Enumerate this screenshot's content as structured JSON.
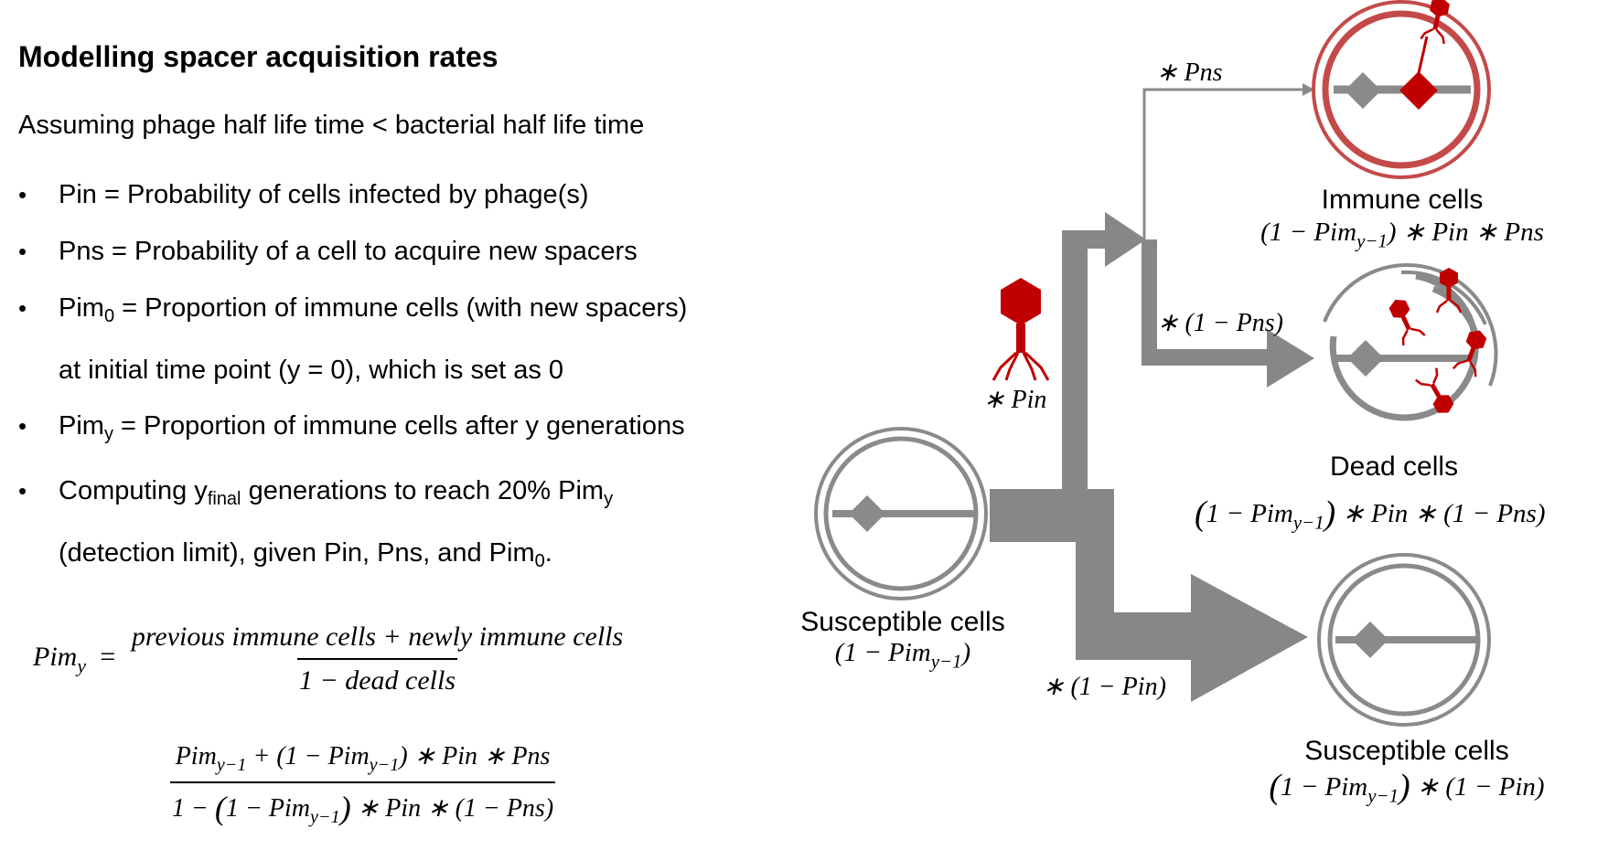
{
  "slide": {
    "title": "Modelling spacer acquisition rates",
    "subtitle": "Assuming phage half life time < bacterial half life time"
  },
  "bullets": {
    "b1": "Pin = Probability of cells infected by phage(s)",
    "b2": "Pns = Probability of a cell to acquire new spacers",
    "b3_pre": "Pim",
    "b3_sub": "0",
    "b3_post": " = Proportion of immune cells (with new spacers)",
    "b3_cont": "at initial time point (y = 0), which is set as 0",
    "b4_pre": "Pim",
    "b4_sub": "y",
    "b4_post": " = Proportion of immune cells after y generations",
    "b5_a": "Computing y",
    "b5_sub": "final",
    "b5_b": " generations to reach 20% Pim",
    "b5_sub2": "y",
    "b5_cont_a": "(detection limit), given Pin, Pns, and Pim",
    "b5_cont_sub": "0",
    "b5_cont_b": "."
  },
  "equation1": {
    "lhs": "Pim",
    "lhs_sub": "y",
    "equals": "=",
    "numerator": "previous immune cells + newly immune cells",
    "denominator": "1  − dead cells"
  },
  "equation2": {
    "num_a": "Pim",
    "num_a_sub": "y−1",
    "num_b": " + (1 − Pim",
    "num_b_sub": "y−1",
    "num_c": ") ∗ Pin ∗ Pns",
    "den_a": "1 − ",
    "den_lp": "(",
    "den_b": "1 − Pim",
    "den_b_sub": "y−1",
    "den_rp": ")",
    "den_c": " ∗ Pin ∗ (1 − Pns)"
  },
  "diagram": {
    "multipliers": {
      "pns": "∗ Pns",
      "pin": "∗ Pin",
      "one_minus_pns": "∗ (1 − Pns)",
      "one_minus_pin": "∗ (1 − Pin)"
    },
    "cells": {
      "source": {
        "title": "Susceptible cells",
        "f_a": "(1 − Pim",
        "f_sub": "y−1",
        "f_b": ")"
      },
      "immune": {
        "title": "Immune cells",
        "f_a": "(1 − Pim",
        "f_sub": "y−1",
        "f_b": ") ∗ Pin ∗ Pns"
      },
      "dead": {
        "title": "Dead cells",
        "f_lp": "(",
        "f_a": "1 − Pim",
        "f_sub": "y−1",
        "f_rp": ")",
        "f_b": " ∗ Pin ∗ (1 − Pns)"
      },
      "susceptible": {
        "title": "Susceptible cells",
        "f_lp": "(",
        "f_a": "1 − Pim",
        "f_sub": "y−1",
        "f_rp": ")",
        "f_b": " ∗ (1 − Pin)"
      }
    },
    "colors": {
      "flow_gray": "#878787",
      "cell_gray": "#8a8a8a",
      "phage_red": "#c00000",
      "immune_ring": "#c44a4a"
    }
  }
}
